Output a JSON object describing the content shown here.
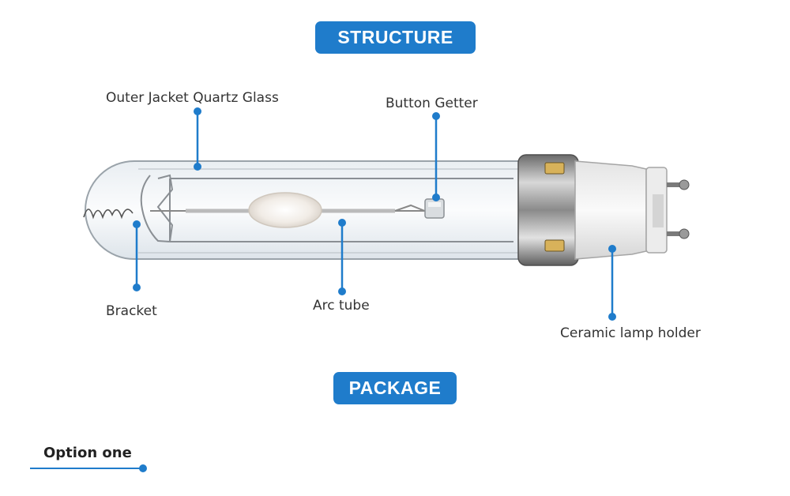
{
  "accent": "#1f7ccb",
  "headers": {
    "structure": "STRUCTURE",
    "package": "PACKAGE"
  },
  "labels": {
    "outer_jacket": "Outer Jacket Quartz Glass",
    "button_getter": "Button Getter",
    "bracket": "Bracket",
    "arc_tube": "Arc tube",
    "ceramic_holder": "Ceramic lamp holder"
  },
  "option": {
    "label": "Option one"
  }
}
